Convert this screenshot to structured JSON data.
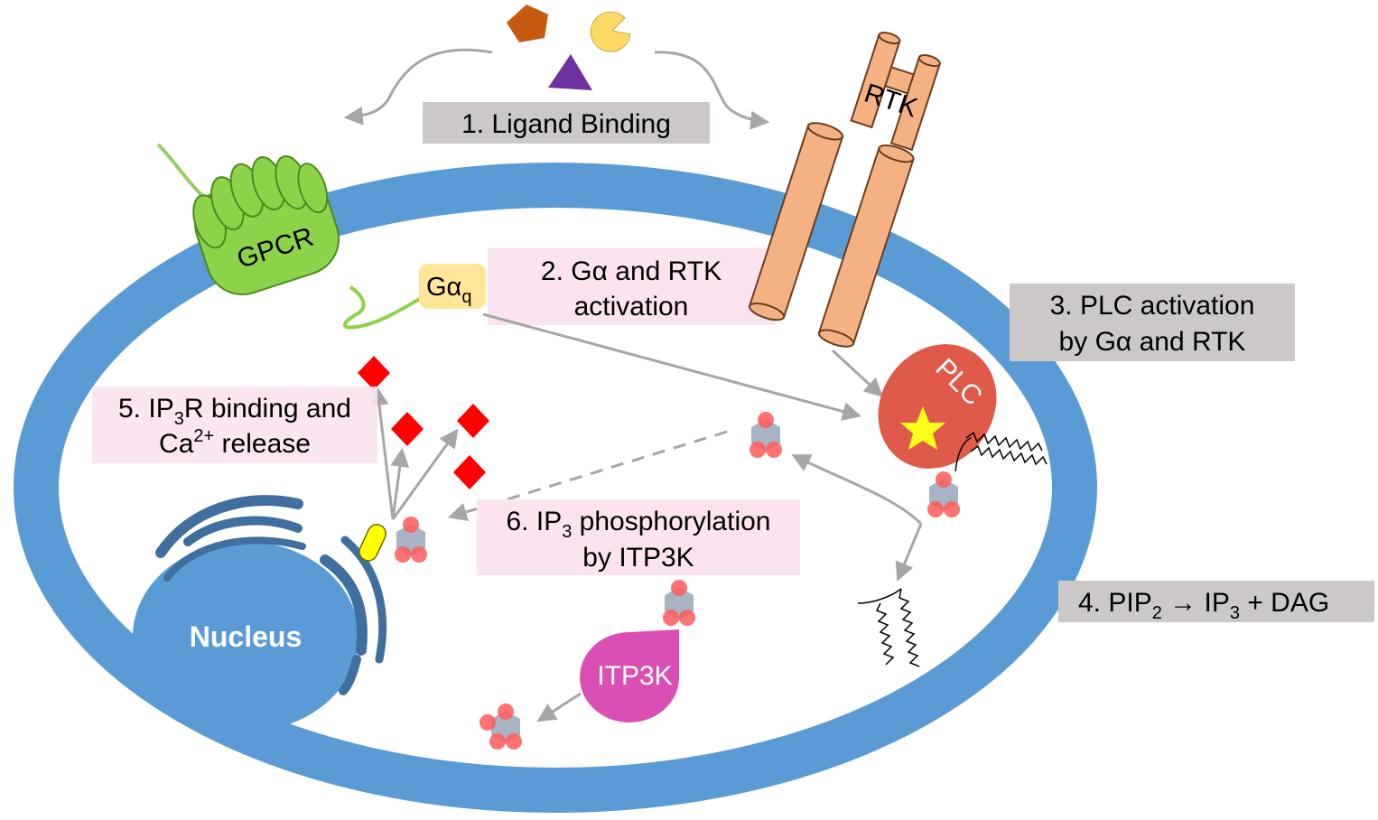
{
  "colors": {
    "membrane": "#5b9bd5",
    "membrane_dark": "#3f75a5",
    "nucleus": "#5b9bd5",
    "er": "#3f6f9e",
    "gpcr": "#8dd34a",
    "gpcr_stroke": "#4c8a1e",
    "rtk": "#f4b183",
    "rtk_stroke": "#6b3d1d",
    "plc": "#e05a4a",
    "star": "#ffff1a",
    "itp3k": "#d94fb4",
    "ca": "#ff0000",
    "hexagon": "#a7b4c6",
    "phosphate": "#ff5a5a",
    "galpha": "#ffe699",
    "arrow": "#a6a6a6",
    "ligand_pentagon": "#c55a11",
    "ligand_pacman": "#ffd966",
    "ligand_triangle": "#7030a0"
  },
  "labels": {
    "step1": "1. Ligand Binding",
    "step2_line1": "2. Gα and RTK",
    "step2_line2": "activation",
    "step3_line1": "3. PLC activation",
    "step3_line2": "by Gα and RTK",
    "step4_a": "4. PIP",
    "step4_sub1": "2",
    "step4_arrow": " → IP",
    "step4_sub2": "3",
    "step4_b": " + DAG",
    "step5_a": "5. IP",
    "step5_sub": "3",
    "step5_b": "R binding and",
    "step5_c": "Ca",
    "step5_sup": "2+",
    "step5_d": " release",
    "step6_a": "6. IP",
    "step6_sub": "3",
    "step6_b": " phosphorylation",
    "step6_line2": "by ITP3K",
    "gpcr": "GPCR",
    "rtk": "RTK",
    "plc": "PLC",
    "galpha_a": "Gα",
    "galpha_sub": "q",
    "nucleus": "Nucleus",
    "itp3k": "ITP3K"
  }
}
